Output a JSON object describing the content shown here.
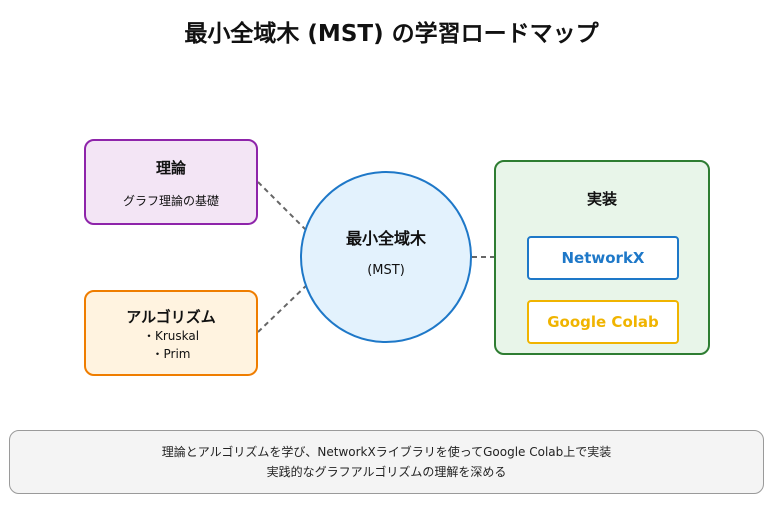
{
  "title": "最小全域木 (MST) の学習ロードマップ",
  "theory": {
    "heading": "理論",
    "subtitle": "グラフ理論の基礎"
  },
  "algorithms": {
    "heading": "アルゴリズム",
    "items": [
      "・Kruskal",
      "・Prim"
    ]
  },
  "center": {
    "heading": "最小全域木",
    "subtitle": "(MST)"
  },
  "implementation": {
    "heading": "実装",
    "tools": [
      "NetworkX",
      "Google Colab"
    ]
  },
  "footer": {
    "lines": [
      "理論とアルゴリズムを学び、NetworkXライブラリを使ってGoogle Colab上で実装",
      "実践的なグラフアルゴリズムの理解を深める"
    ]
  },
  "colors": {
    "theory_border": "#8e24aa",
    "theory_fill": "#f3e5f5",
    "algorithms_border": "#ef7d00",
    "algorithms_fill": "#fff3e0",
    "center_border": "#1e78c8",
    "center_fill": "#e3f2fd",
    "implementation_border": "#2e7d32",
    "implementation_fill": "#e8f5e9",
    "networkx": "#1e78c8",
    "colab": "#f0b400",
    "connector": "#666666"
  }
}
